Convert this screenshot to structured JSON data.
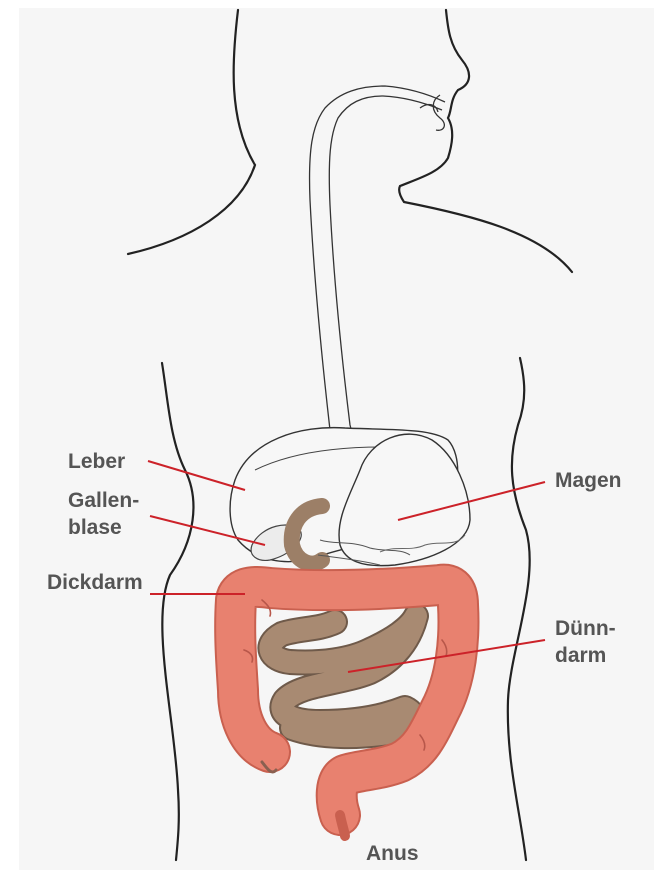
{
  "labels": {
    "leber": "Leber",
    "gallenblase_1": "Gallen-",
    "gallenblase_2": "blase",
    "dickdarm": "Dickdarm",
    "magen": "Magen",
    "duenndarm_1": "Dünn-",
    "duenndarm_2": "darm",
    "anus": "Anus"
  },
  "colors": {
    "outline": "#222222",
    "leader": "#cc2229",
    "colon": "#e8816f",
    "small_intestine": "#a88a72",
    "label_text": "#555555"
  }
}
